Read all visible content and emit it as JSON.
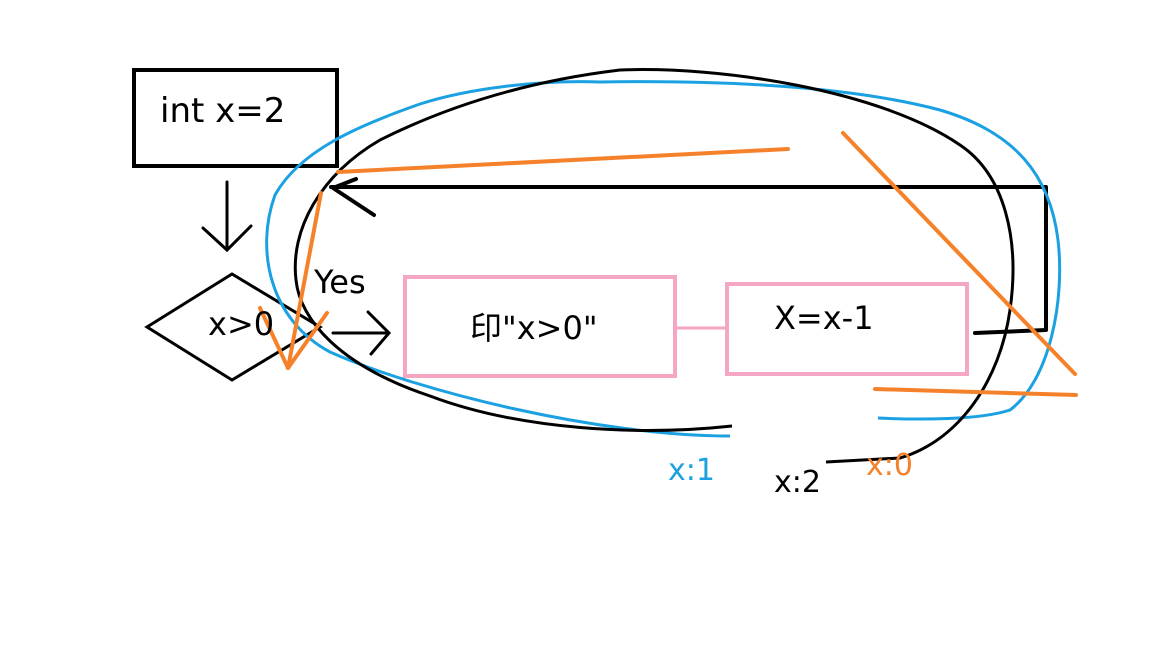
{
  "diagram": {
    "init_label": "int x=2",
    "condition_label": "x>0",
    "yes_label": "Yes",
    "print_label": "印\"x>0\"",
    "decrement_label": "X=x-1"
  },
  "annotations": {
    "x1_label": "x:1",
    "x2_label": "x:2",
    "x0_label": "x:0"
  },
  "colors": {
    "ink": "#000000",
    "box_border": "#f4a6c4",
    "blue_marker": "#1ba1e2",
    "orange_marker": "#f5822a"
  }
}
